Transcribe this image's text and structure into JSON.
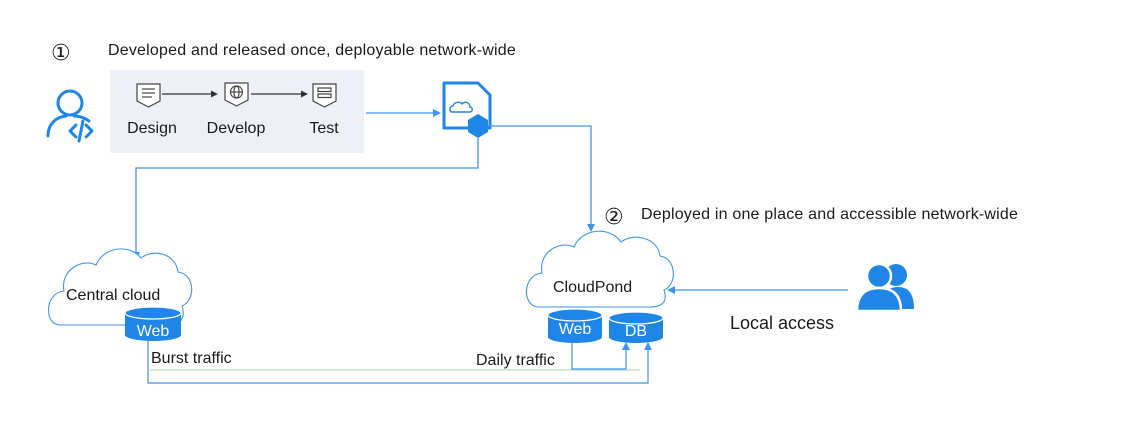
{
  "steps": {
    "one": {
      "number": "①",
      "text": "Developed and released once, deployable network-wide"
    },
    "two": {
      "number": "②",
      "text": "Deployed in one place and accessible network-wide"
    }
  },
  "flow": {
    "design": "Design",
    "develop": "Develop",
    "test": "Test"
  },
  "central_cloud": {
    "label": "Central cloud",
    "web": "Web"
  },
  "cloudpond": {
    "label": "CloudPond",
    "web": "Web",
    "db": "DB"
  },
  "traffic": {
    "burst": "Burst traffic",
    "daily": "Daily traffic"
  },
  "local_access": "Local access",
  "icons": {
    "developer": "developer-icon",
    "design": "list-document-icon",
    "develop": "globe-code-icon",
    "test": "test-list-icon",
    "package": "cloud-package-icon",
    "users": "users-icon"
  },
  "colors": {
    "accent": "#1f86e8",
    "arrow": "#3d95f0",
    "green_line": "#6cc17a",
    "box_bg": "#edf0f7"
  }
}
